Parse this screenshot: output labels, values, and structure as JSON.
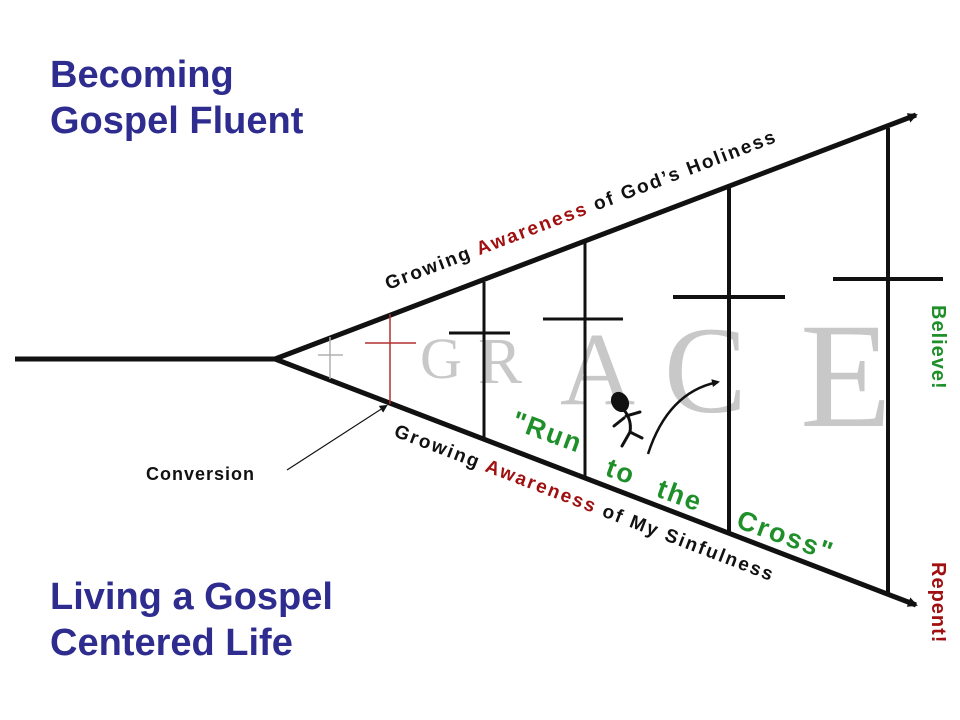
{
  "titles": {
    "top": [
      "Becoming",
      "Gospel Fluent"
    ],
    "bottom": [
      "Living a Gospel",
      "Centered Life"
    ]
  },
  "upper_line": {
    "prefix": "Growing ",
    "highlight": "Awareness",
    "suffix": " of God’s Holiness"
  },
  "lower_line": {
    "prefix": "Growing ",
    "highlight": "Awareness",
    "suffix": " of My Sinfulness"
  },
  "conversion_label": "Conversion",
  "believe_label": "Believe!",
  "repent_label": "Repent!",
  "grace_letters": [
    "G",
    "R",
    "A",
    "C",
    "E"
  ],
  "run_words": [
    "\"Run",
    "to",
    "the",
    "Cross\""
  ],
  "colors": {
    "title": "#2e2d8f",
    "highlight": "#a01010",
    "believe": "#1f8f2a",
    "repent": "#a01010",
    "run": "#1f8f2a",
    "grace_letters": "#c8c8c8",
    "first_cross": "#b03030",
    "faint_cross": "#b0b0b0"
  },
  "icons": [
    "running-figure-icon",
    "cross-icon"
  ]
}
